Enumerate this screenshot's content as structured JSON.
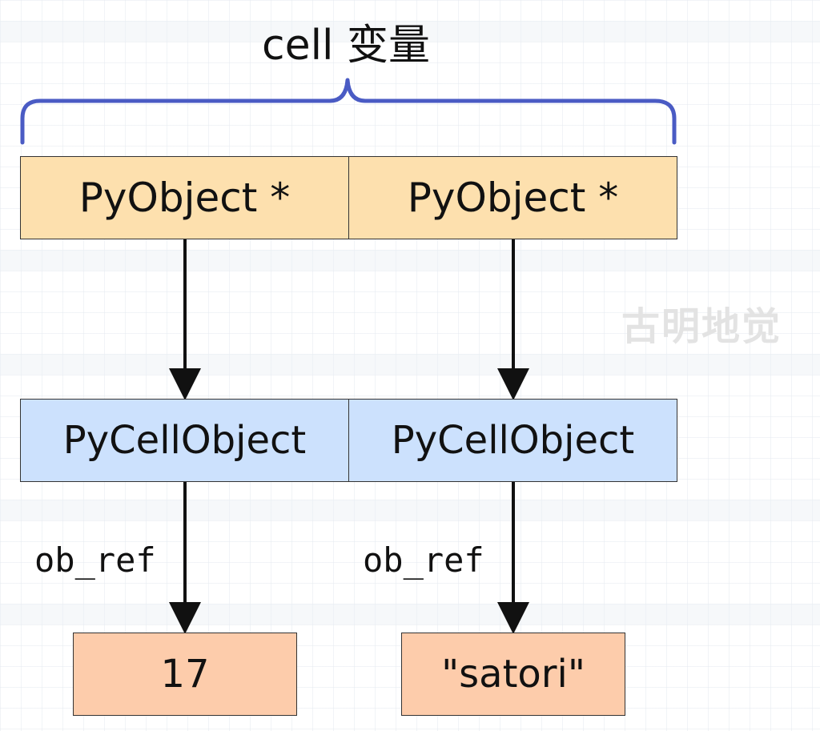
{
  "diagram": {
    "title": "cell 变量",
    "pointer_boxes": [
      {
        "label": "PyObject *"
      },
      {
        "label": "PyObject *"
      }
    ],
    "cell_boxes": [
      {
        "label": "PyCellObject"
      },
      {
        "label": "PyCellObject"
      }
    ],
    "ref_labels": [
      {
        "label": "ob_ref"
      },
      {
        "label": "ob_ref"
      }
    ],
    "value_boxes": [
      {
        "label": "17"
      },
      {
        "label": "\"satori\""
      }
    ],
    "watermark": "古明地觉",
    "colors": {
      "brace": "#4a5bc4",
      "pointer_fill": "#fde0ae",
      "cell_fill": "#cce1fd",
      "value_fill": "#fdccab",
      "arrow": "#111111"
    }
  }
}
